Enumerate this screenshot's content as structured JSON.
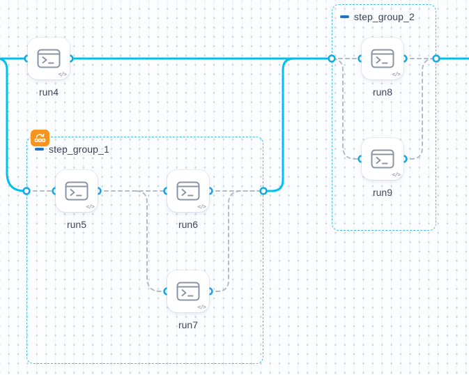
{
  "app": {
    "type": "workflow-pipeline-canvas"
  },
  "nodes": [
    {
      "id": "run4",
      "label": "run4"
    },
    {
      "id": "run5",
      "label": "run5"
    },
    {
      "id": "run6",
      "label": "run6"
    },
    {
      "id": "run7",
      "label": "run7"
    },
    {
      "id": "run8",
      "label": "run8"
    },
    {
      "id": "run9",
      "label": "run9"
    }
  ],
  "groups": [
    {
      "id": "step_group_1",
      "label": "step_group_1",
      "badge_icon": "loop-over-items",
      "collapsed": false
    },
    {
      "id": "step_group_2",
      "label": "step_group_2",
      "collapsed": false
    }
  ],
  "icons": {
    "node_icon": "terminal-icon",
    "code_glyph": "</>",
    "collapse_icon": "minus",
    "badge_icon": "loop-over-items-icon"
  },
  "colors": {
    "canvas_bg": "#fcfdff",
    "grid_dot": "#cbd6df",
    "edge_solid": "#00c1ec",
    "edge_dashed": "#b4bbc7",
    "port_ring": "#14abe4",
    "group_border": "#3ec4ec",
    "group_label": "#3b4454",
    "collapse_blue": "#2173c4",
    "badge_orange": "#f7941e",
    "node_label": "#404a5c",
    "node_icon": "#8b94a6",
    "code_icon": "#9aa2b1"
  }
}
